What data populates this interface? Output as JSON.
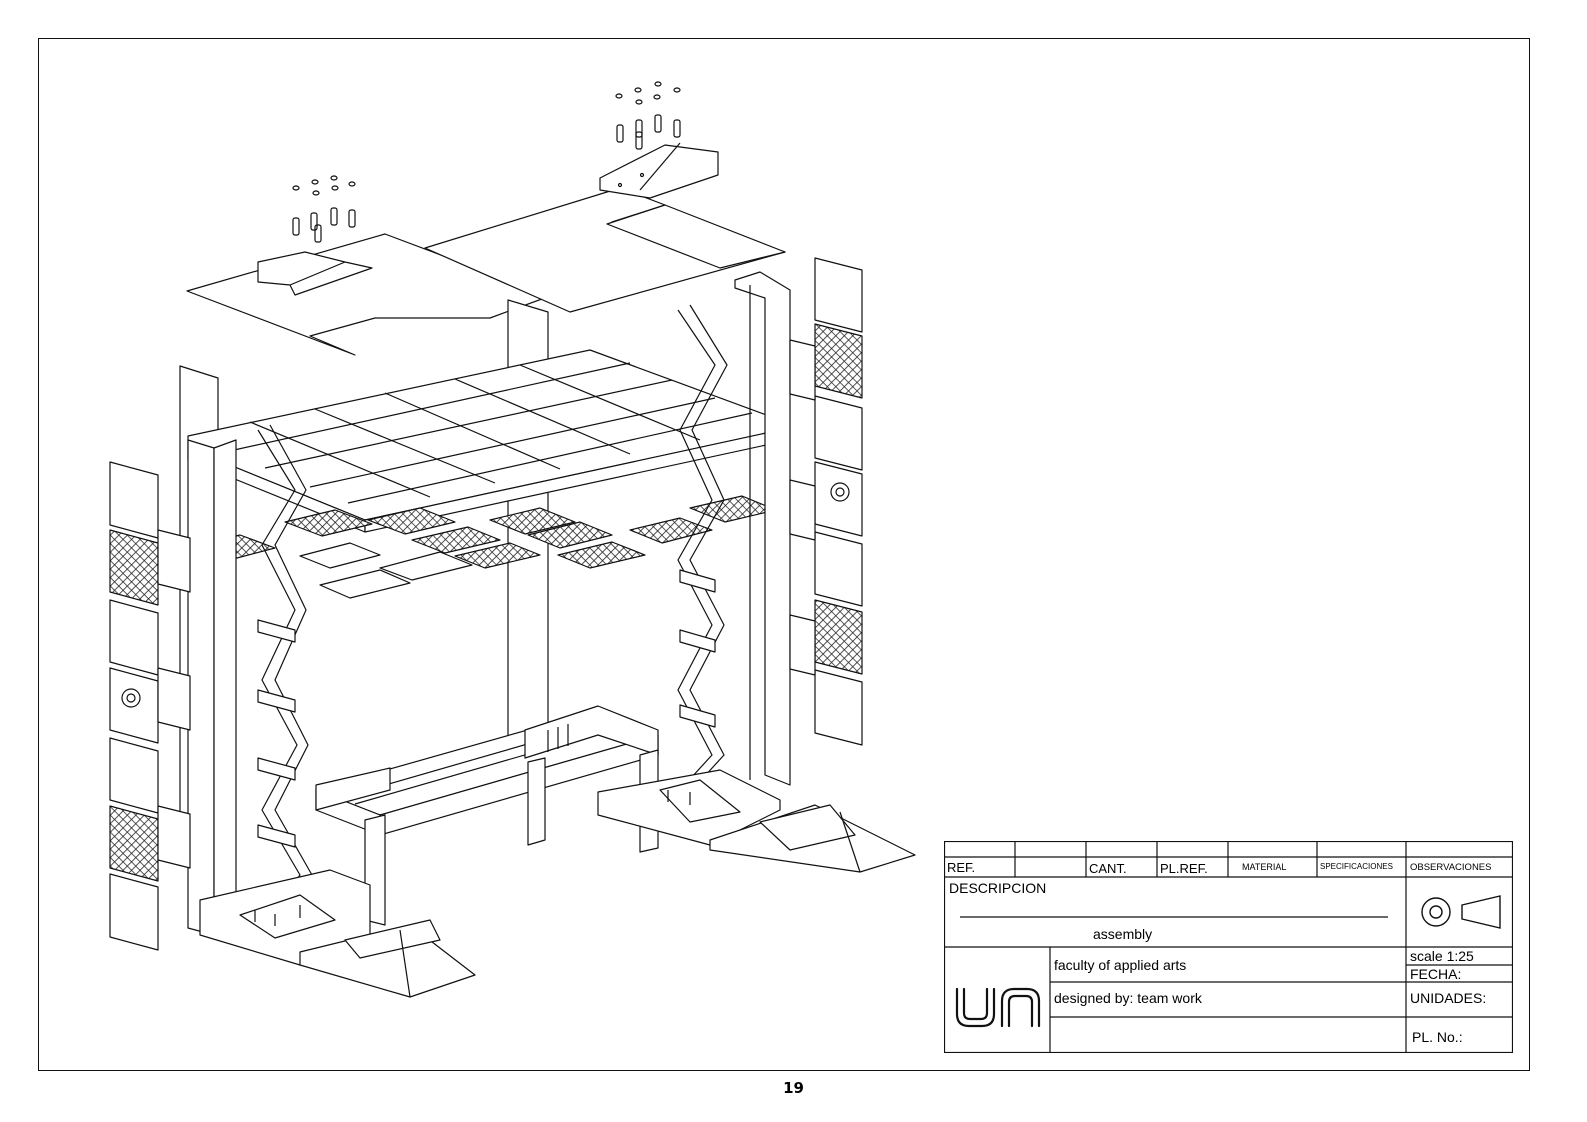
{
  "title_block": {
    "headers": {
      "ref": "REF.",
      "cant": "CANT.",
      "pl_ref": "PL.REF.",
      "material": "MATERIAL",
      "specifications": "SPECIFICACIONES",
      "observations": "OBSERVACIONES"
    },
    "descripcion_label": "DESCRIPCION",
    "description_value": "assembly",
    "institution": "faculty of applied arts",
    "designed_by": "designed by: team work",
    "scale": "scale 1:25",
    "fecha_label": "FECHA:",
    "unidades_label": "UNIDADES:",
    "plano_label": "PL. No.:",
    "logo_text": "un",
    "projection_symbol": "first-angle-projection-icon"
  },
  "page_number": "19",
  "colors": {
    "line": "#111111",
    "mesh": "#222222",
    "paper": "#ffffff"
  }
}
